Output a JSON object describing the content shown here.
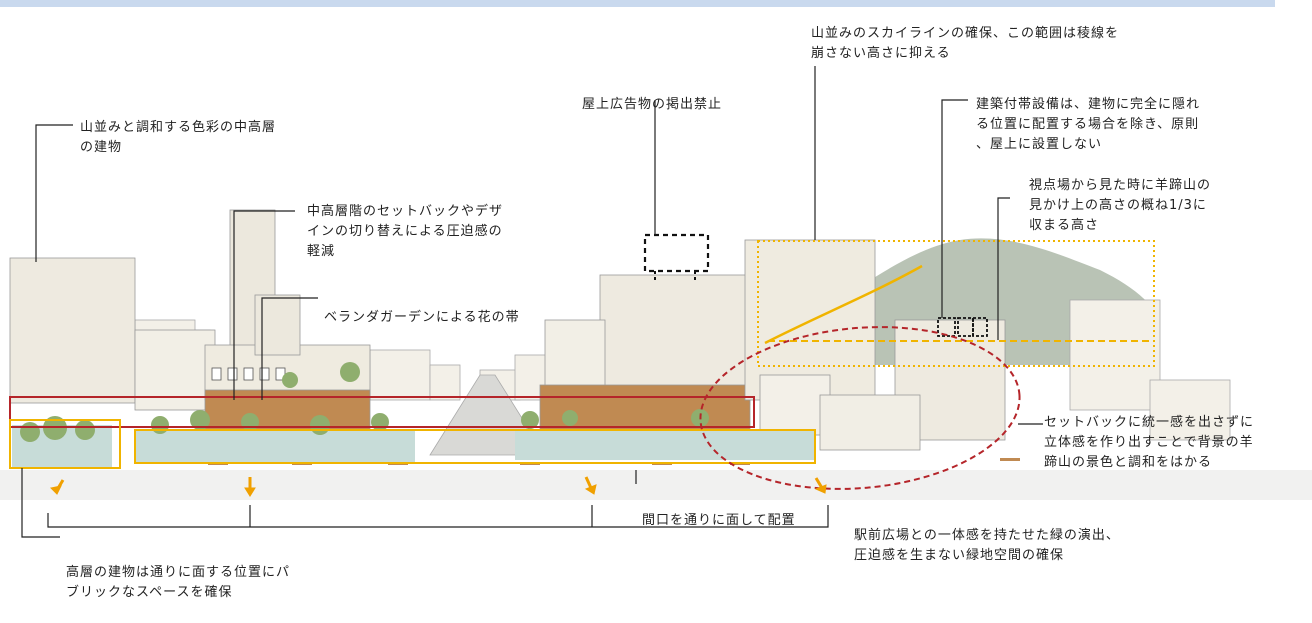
{
  "annotations": {
    "skyline": "山並みのスカイラインの確保、この範囲は稜線を\n崩さない高さに抑える",
    "rooftop_ads": "屋上広告物の掲出禁止",
    "building_equipment": "建築付帯設備は、建物に完全に隠れ\nる位置に配置する場合を除き、原則\n、屋上に設置しない",
    "mountain_color": "山並みと調和する色彩の中高層\nの建物",
    "viewpoint_height": "視点場から見た時に羊蹄山の\n見かけ上の高さの概ね1/3に\n収まる高さ",
    "setback_design": "中高層階のセットバックやデザ\nインの切り替えによる圧迫感の\n軽減",
    "veranda_garden": "ベランダガーデンによる花の帯",
    "setback_variety": "セットバックに統一感を出さずに\n立体感を作り出すことで背景の羊\n蹄山の景色と調和をはかる",
    "frontage": "間口を通りに面して配置",
    "station_plaza": "駅前広場との一体感を持たせた緑の演出、\n圧迫感を生まない緑地空間の確保",
    "public_space": "高層の建物は通りに面する位置にパ\nブリックなスペースを確保"
  },
  "colors": {
    "accent_red": "#b5252a",
    "accent_yellow": "#f0b400",
    "mountain": "#b9c3b5",
    "building": "#efebe0",
    "wood": "#c08a52",
    "greenery": "#8fae6e",
    "plaza": "#c7dcd8",
    "leader": "#222222"
  }
}
